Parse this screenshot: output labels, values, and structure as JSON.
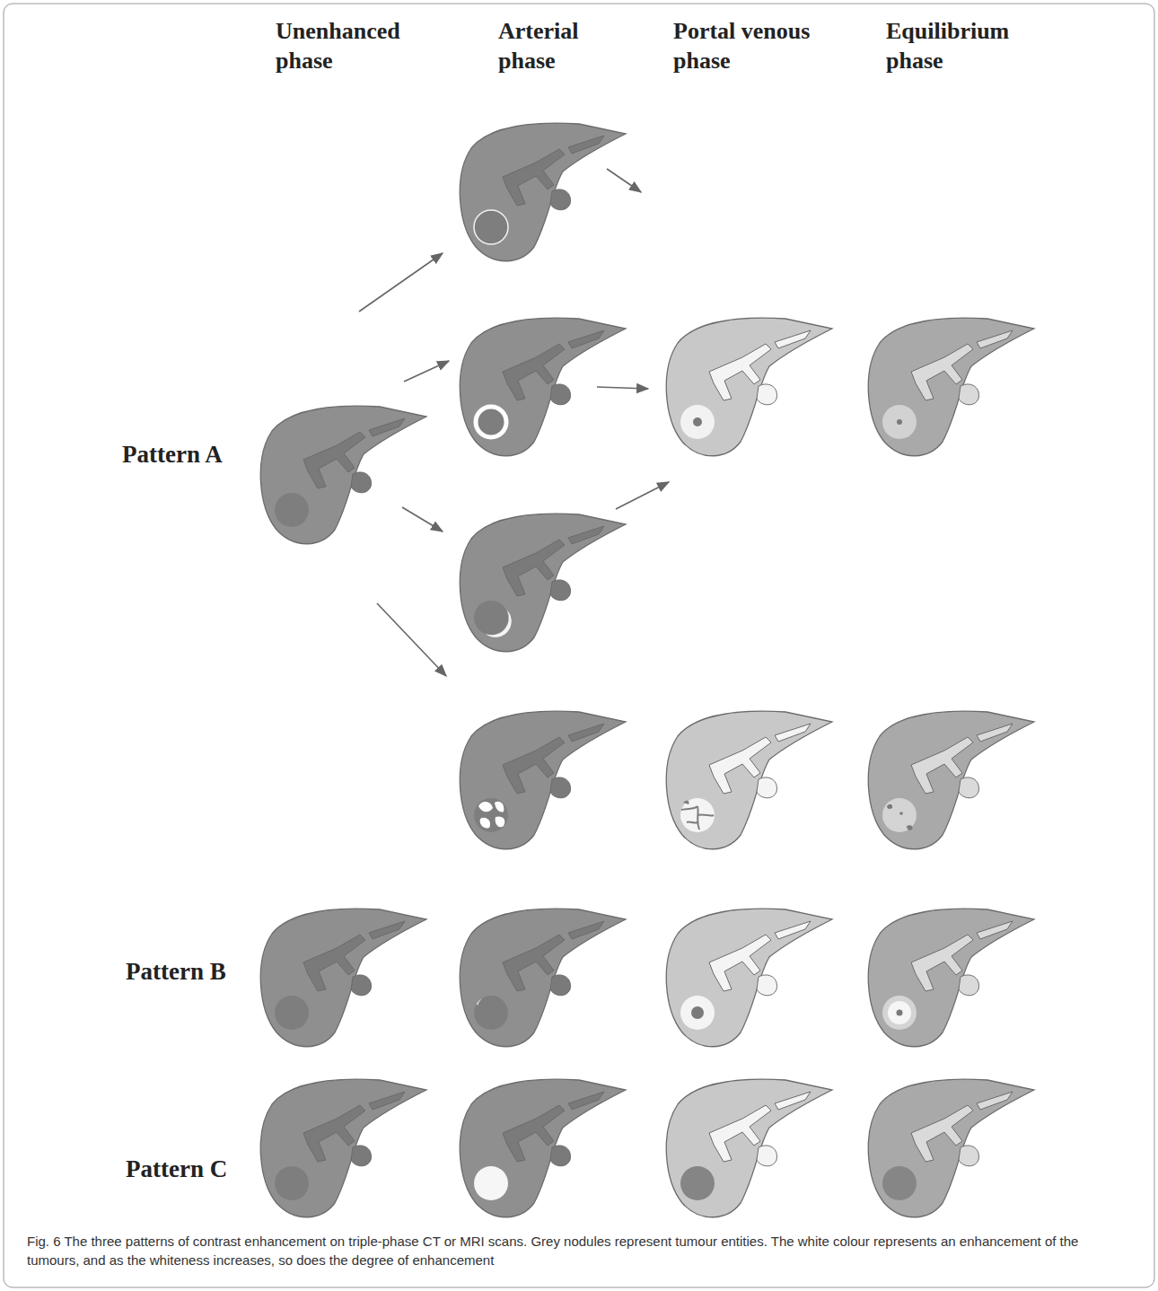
{
  "diagram": {
    "caption": "Fig. 6 The three patterns of contrast enhancement on triple-phase CT or MRI scans. Grey nodules represent tumour entities. The white colour represents an enhancement of the tumours, and as the whiteness increases, so does the degree of enhancement",
    "labels": [
      "Unenhanced phase",
      "Arterial phase",
      "Portal venous phase",
      "Equilibrium phase",
      "Pattern A",
      "Pattern B",
      "Pattern C"
    ]
  }
}
